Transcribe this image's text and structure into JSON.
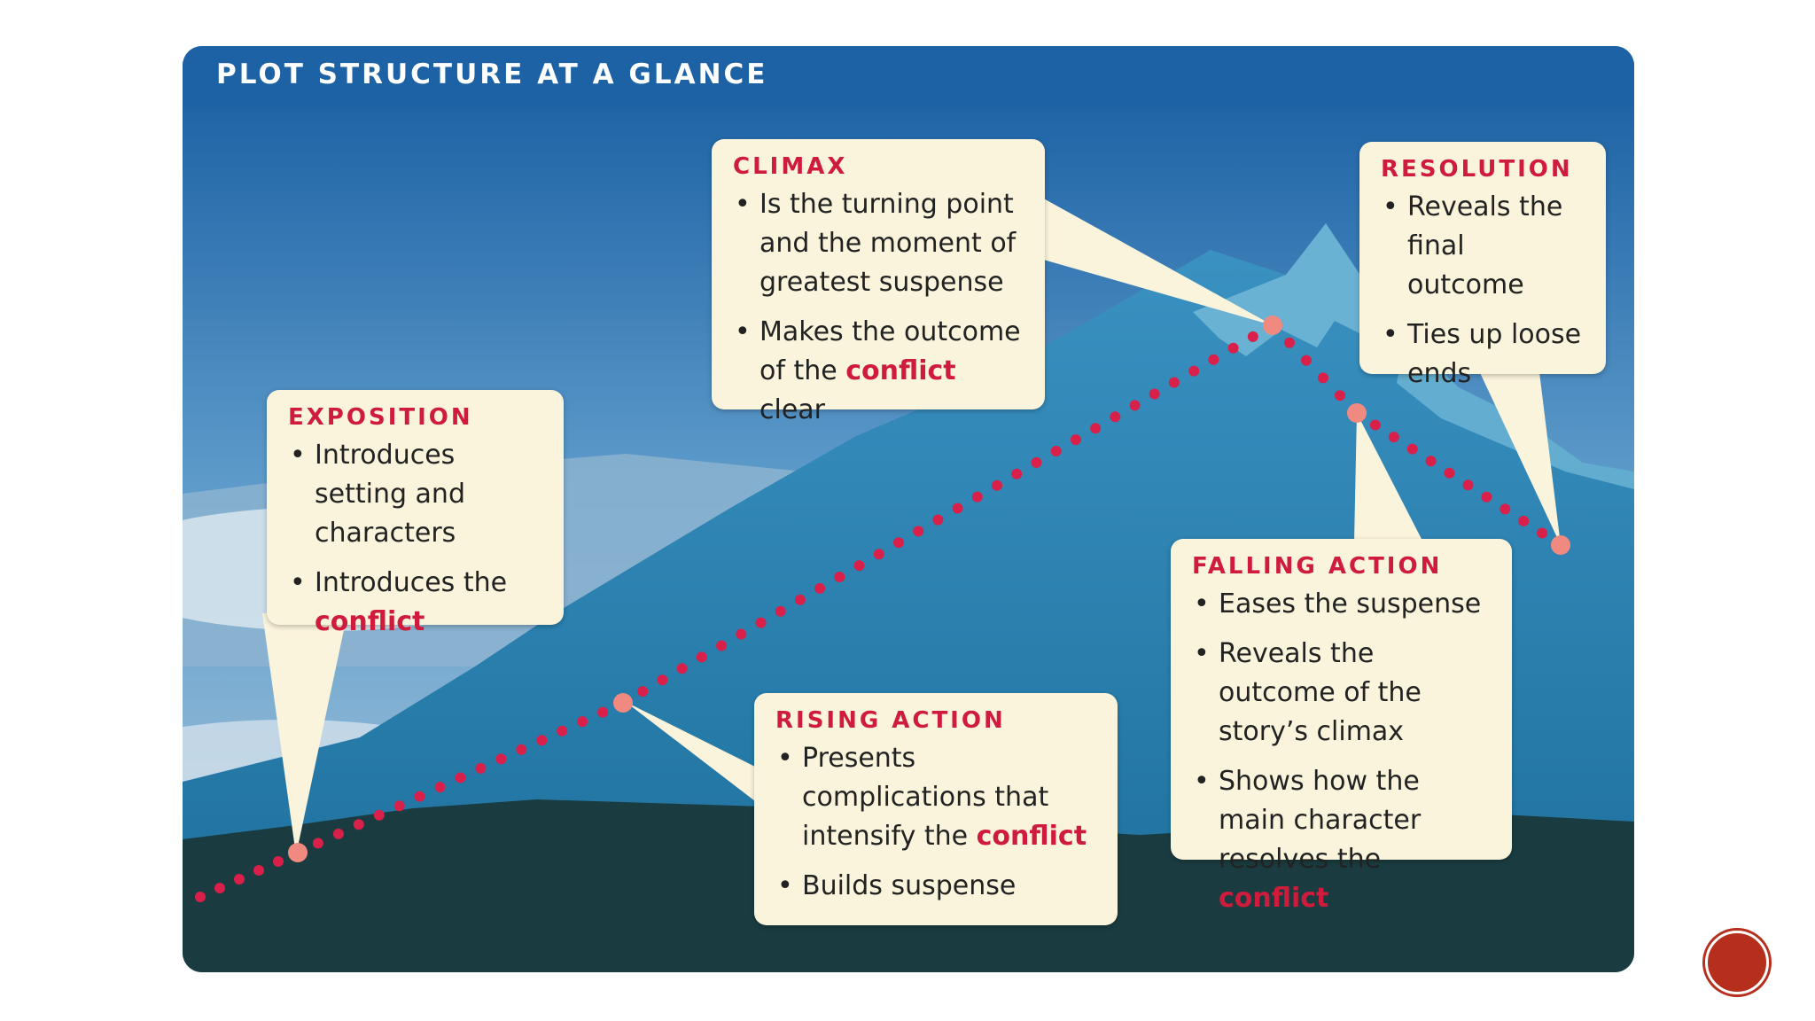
{
  "header": {
    "title": "PLOT STRUCTURE AT A GLANCE"
  },
  "callouts": {
    "exposition": {
      "title": "EXPOSITION",
      "bullets": [
        {
          "text": "Introduces setting and characters"
        },
        {
          "pre": "Introduces the ",
          "highlight": "conflict",
          "post": ""
        }
      ]
    },
    "climax": {
      "title": "CLIMAX",
      "bullets": [
        {
          "text": "Is the turning point and the moment of greatest suspense"
        },
        {
          "pre": "Makes the outcome of the ",
          "highlight": "conflict",
          "post": " clear"
        }
      ]
    },
    "resolution": {
      "title": "RESOLUTION",
      "bullets": [
        {
          "text": "Reveals the final outcome"
        },
        {
          "text": "Ties up loose ends"
        }
      ]
    },
    "rising_action": {
      "title": "RISING ACTION",
      "bullets": [
        {
          "pre": "Presents complications that intensify the ",
          "highlight": "conflict",
          "post": ""
        },
        {
          "text": "Builds suspense"
        }
      ]
    },
    "falling_action": {
      "title": "FALLING ACTION",
      "bullets": [
        {
          "text": "Eases the suspense"
        },
        {
          "text": "Reveals the outcome of the story’s climax"
        },
        {
          "pre": "Shows how the main character resolves the ",
          "highlight": "conflict",
          "post": ""
        }
      ]
    }
  },
  "colors": {
    "accent_red": "#cf1c3c",
    "header_blue": "#1d62a4",
    "callout_bg": "#fbf4dc",
    "mountain_blue": "#2b7fb0",
    "ground_dark": "#1a3c40",
    "path_dot": "#d8204a",
    "point_marker": "#f08a80"
  },
  "corner_button": {
    "icon": "circle-button-icon"
  }
}
